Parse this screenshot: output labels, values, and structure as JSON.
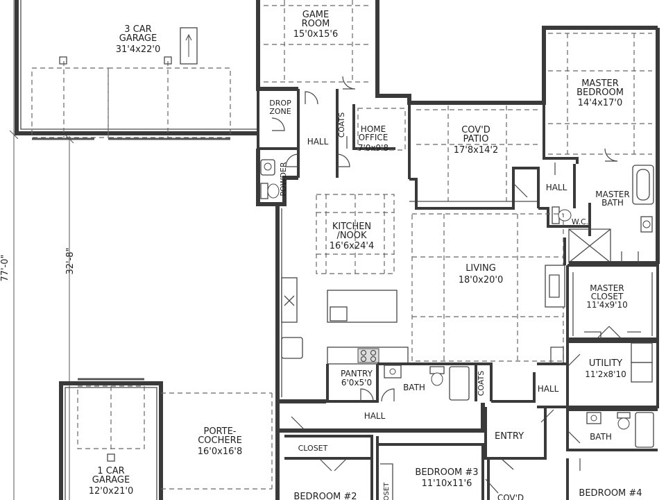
{
  "plan": {
    "rooms": {
      "game_room": {
        "name": "GAME\nROOM",
        "size": "15'0x15'6"
      },
      "garage3": {
        "name": "3 CAR\nGARAGE",
        "size": "31'4x22'0"
      },
      "master_bedroom": {
        "name": "MASTER\nBEDROOM",
        "size": "14'4x17'0"
      },
      "drop_zone": {
        "name": "DROP\nZONE",
        "size": ""
      },
      "hall_north": {
        "name": "HALL",
        "size": ""
      },
      "coats_north": {
        "name": "COATS",
        "size": ""
      },
      "home_office": {
        "name": "HOME\nOFFICE",
        "size": "7'0x9'8"
      },
      "covd_patio": {
        "name": "COV'D\nPATIO",
        "size": "17'8x14'2"
      },
      "powder": {
        "name": "POWDER",
        "size": ""
      },
      "hall_master": {
        "name": "HALL",
        "size": ""
      },
      "master_bath": {
        "name": "MASTER\nBATH",
        "size": ""
      },
      "wc": {
        "name": "W.C.",
        "size": ""
      },
      "kitchen": {
        "name": "KITCHEN\n/NOOK",
        "size": "16'6x24'4"
      },
      "living": {
        "name": "LIVING",
        "size": "18'0x20'0"
      },
      "master_closet": {
        "name": "MASTER\nCLOSET",
        "size": "11'4x9'10"
      },
      "utility": {
        "name": "UTILITY",
        "size": "11'2x8'10"
      },
      "pantry": {
        "name": "PANTRY",
        "size": "6'0x5'0"
      },
      "bath_center": {
        "name": "BATH",
        "size": ""
      },
      "coats_south": {
        "name": "COATS",
        "size": ""
      },
      "hall_east": {
        "name": "HALL",
        "size": ""
      },
      "hall_south": {
        "name": "HALL",
        "size": ""
      },
      "porte_cochere": {
        "name": "PORTE-\nCOCHERE",
        "size": "16'0x16'8"
      },
      "closet": {
        "name": "CLOSET",
        "size": ""
      },
      "entry": {
        "name": "ENTRY",
        "size": ""
      },
      "bath_east": {
        "name": "BATH",
        "size": ""
      },
      "garage1": {
        "name": "1 CAR\nGARAGE",
        "size": "12'0x21'0"
      },
      "bedroom3": {
        "name": "BEDROOM #3",
        "size": "11'10x11'6"
      },
      "bedroom2": {
        "name": "BEDROOM #2",
        "size": ""
      },
      "bedroom4": {
        "name": "BEDROOM #4",
        "size": ""
      },
      "covd_south": {
        "name": "COV'D",
        "size": ""
      },
      "closet_b3": {
        "name": "OSET",
        "size": ""
      }
    },
    "dimensions": {
      "overall_depth": "77'-0\"",
      "garage_offset": "32'-8\""
    }
  }
}
